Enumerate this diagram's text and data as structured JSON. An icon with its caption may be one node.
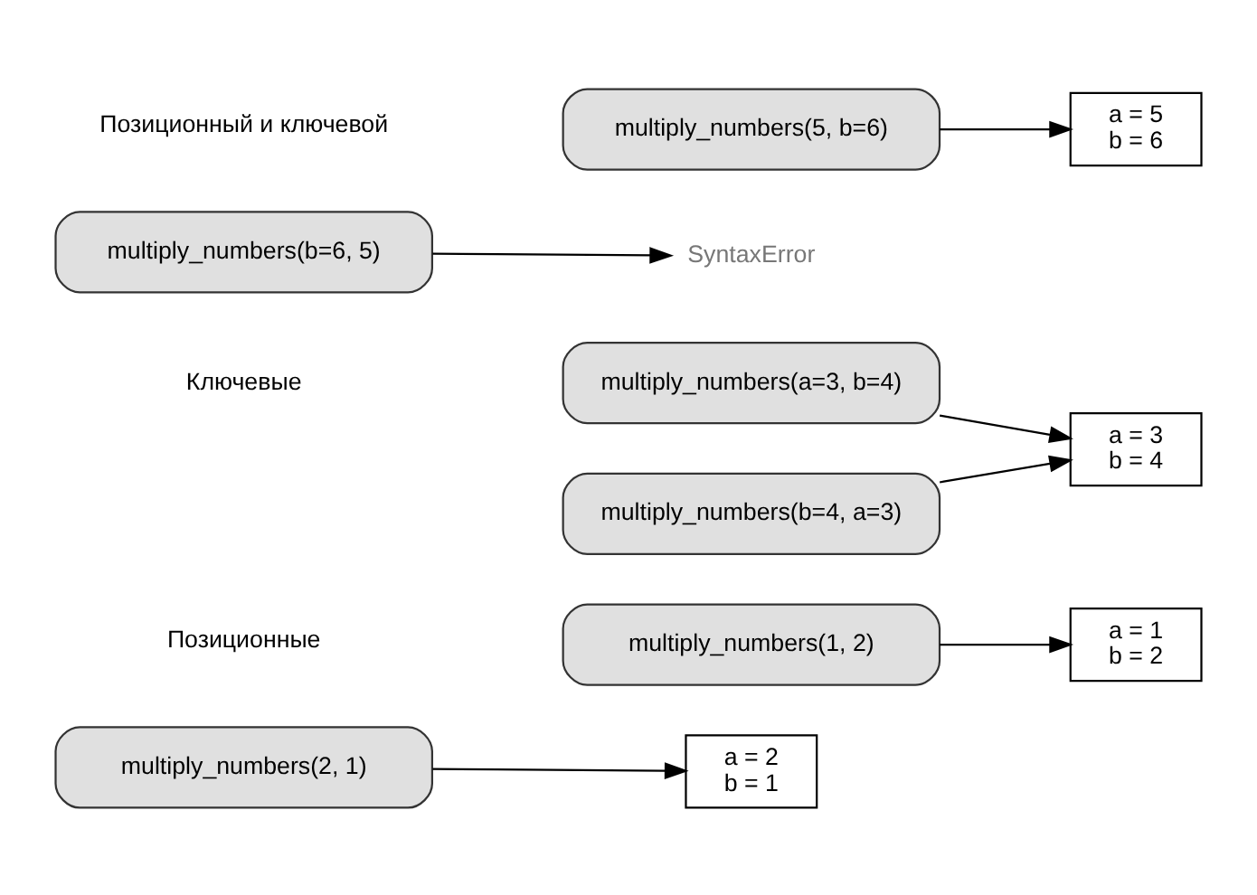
{
  "diagram": {
    "nodes": [
      {
        "text": [
          "multiply_numbers(1, 2)"
        ]
      },
      {
        "text": [
          "a = 1",
          "b = 2"
        ]
      },
      {
        "text": [
          "multiply_numbers(2, 1)"
        ]
      },
      {
        "text": [
          "a = 2",
          "b = 1"
        ]
      },
      {
        "text": [
          "multiply_numbers(a=3, b=4)"
        ]
      },
      {
        "text": [
          "multiply_numbers(b=4, a=3)"
        ]
      },
      {
        "text": [
          "a = 3",
          "b = 4"
        ]
      },
      {
        "text": [
          "multiply_numbers(5, b=6)"
        ]
      },
      {
        "text": [
          "a = 5",
          "b = 6"
        ]
      },
      {
        "text": [
          "multiply_numbers(b=6, 5)"
        ]
      },
      {
        "text": [
          "SyntaxError"
        ]
      }
    ],
    "edges": [
      {
        "from": 0,
        "to": 1,
        "arrow": "to"
      },
      {
        "from": 2,
        "to": 3,
        "arrow": "to"
      },
      {
        "from": 4,
        "to": 6,
        "arrow": "to"
      },
      {
        "from": 5,
        "to": 6,
        "arrow": "to"
      },
      {
        "from": 7,
        "to": 8,
        "arrow": "to"
      },
      {
        "from": 9,
        "to": 10,
        "arrow": "to"
      }
    ],
    "labels": [
      "Позиционные",
      "Ключевые",
      "Позиционный и ключевой"
    ]
  }
}
